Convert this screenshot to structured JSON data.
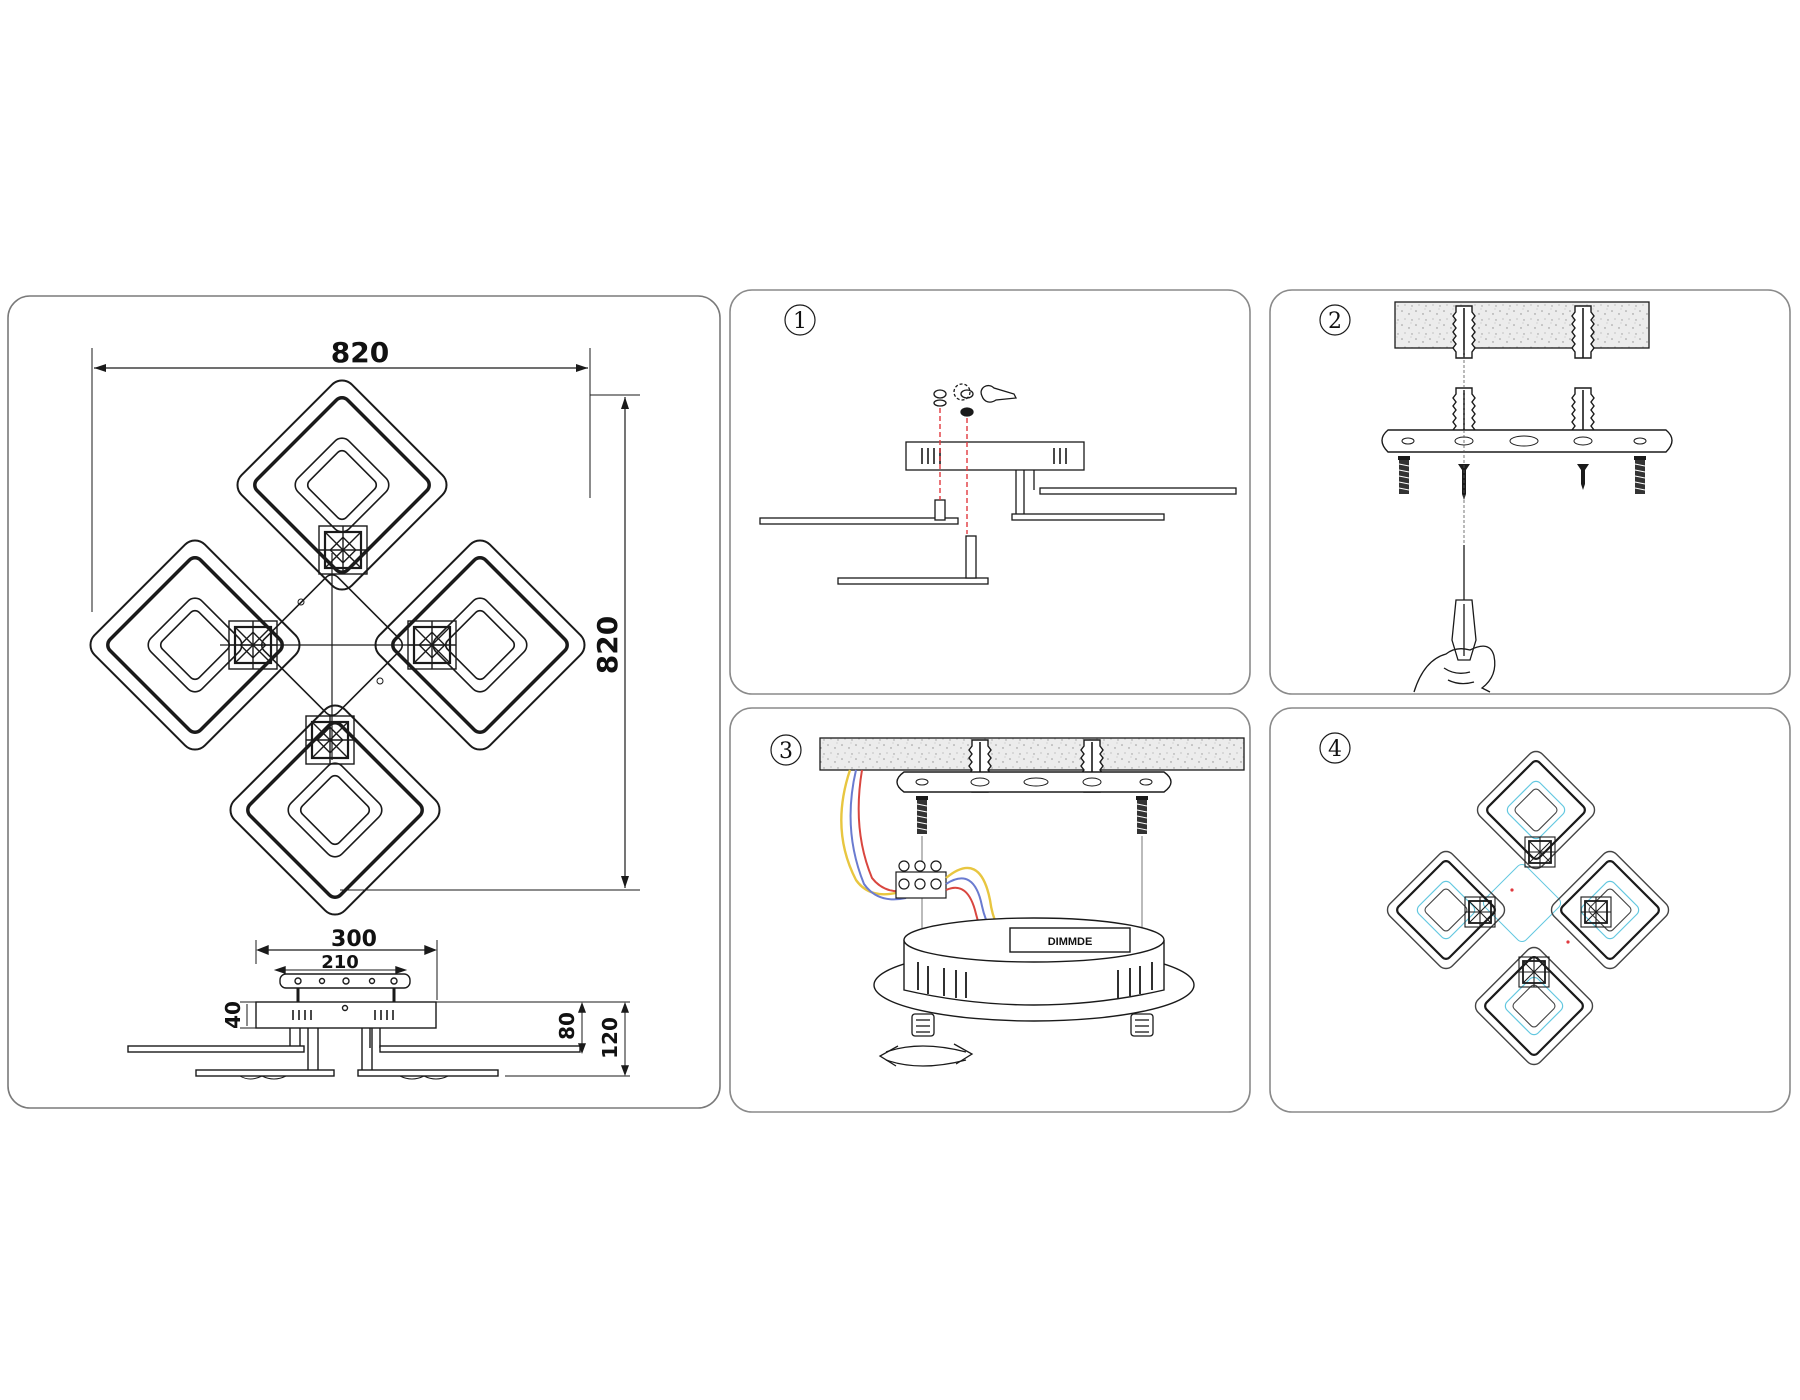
{
  "dimensions": {
    "width": "820",
    "height": "820",
    "base_outer": "300",
    "base_inner": "210",
    "base_height": "40",
    "body_height": "80",
    "total_height": "120"
  },
  "steps": [
    {
      "number": "1"
    },
    {
      "number": "2"
    },
    {
      "number": "3",
      "driver_label": "DIMMDE"
    },
    {
      "number": "4"
    }
  ],
  "colors": {
    "line": "#1a1a1a",
    "panel_border": "#8a8a8a",
    "red_guide": "#e0393e",
    "wire_yellow": "#e8c640",
    "wire_blue": "#6a7bd0",
    "wire_red": "#d9463f",
    "cyan_outline": "#63c8e0"
  }
}
